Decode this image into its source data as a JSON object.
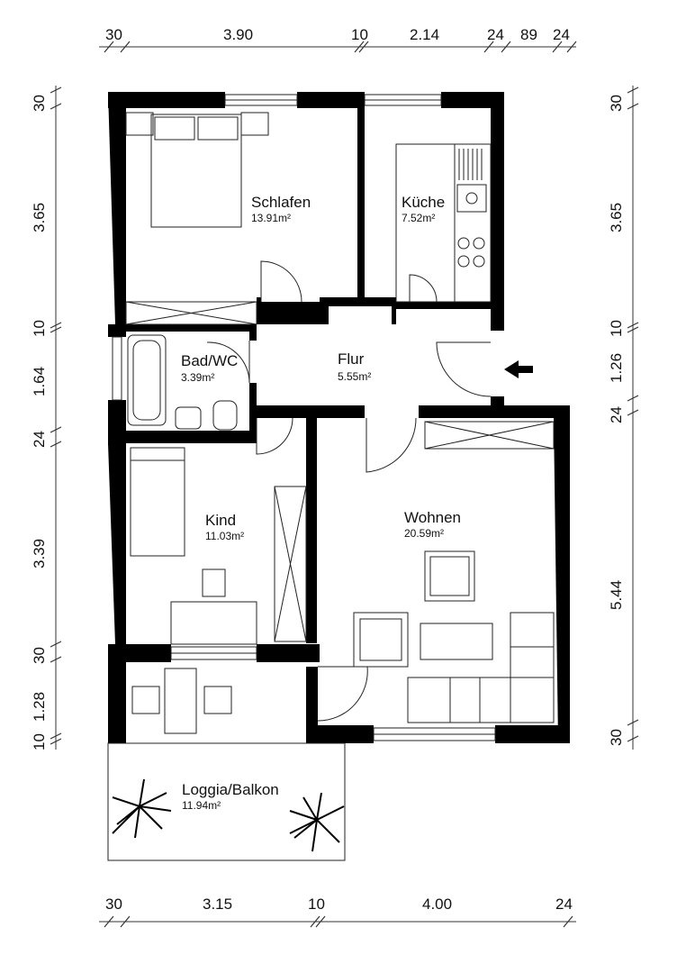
{
  "dimensions": {
    "top": [
      "30",
      "3.90",
      "10",
      "2.14",
      "24",
      "89",
      "24"
    ],
    "bottom": [
      "30",
      "3.15",
      "10",
      "4.00",
      "24"
    ],
    "left": [
      "30",
      "3.65",
      "10",
      "1.64",
      "24",
      "3.39",
      "30",
      "1.28",
      "10"
    ],
    "right": [
      "30",
      "3.65",
      "10",
      "1.26",
      "24",
      "5.44",
      "30"
    ]
  },
  "rooms": [
    {
      "name": "Schlafen",
      "area": "13.91m²"
    },
    {
      "name": "Küche",
      "area": "7.52m²"
    },
    {
      "name": "Bad/WC",
      "area": "3.39m²"
    },
    {
      "name": "Flur",
      "area": "5.55m²"
    },
    {
      "name": "Kind",
      "area": "11.03m²"
    },
    {
      "name": "Wohnen",
      "area": "20.59m²"
    },
    {
      "name": "Loggia/Balkon",
      "area": "11.94m²"
    }
  ],
  "entrance_icon": "arrow-left-icon"
}
